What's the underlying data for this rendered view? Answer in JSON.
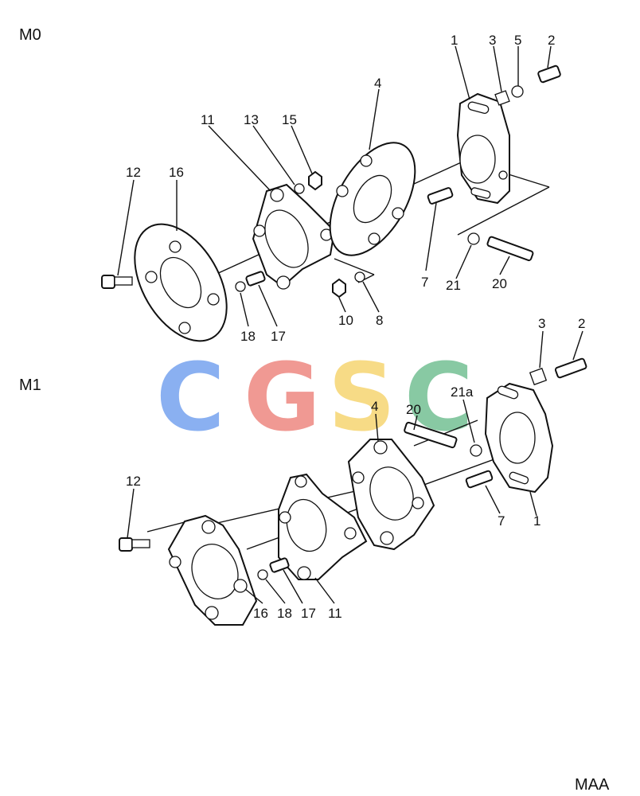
{
  "sections": [
    {
      "id": "m0",
      "label": "M0",
      "callouts": [
        "1",
        "3",
        "5",
        "2",
        "4",
        "11",
        "13",
        "15",
        "12",
        "16",
        "7",
        "21",
        "20",
        "10",
        "8",
        "18",
        "17"
      ]
    },
    {
      "id": "m1",
      "label": "M1",
      "callouts": [
        "3",
        "2",
        "21a",
        "20",
        "4",
        "12",
        "7",
        "1",
        "16",
        "18",
        "17",
        "11"
      ]
    }
  ],
  "watermark": {
    "letters": [
      "C",
      "G",
      "S",
      "C"
    ],
    "colors": [
      "#7ea8f0",
      "#ef8f88",
      "#f7d87a",
      "#7cc49a"
    ]
  },
  "footer_code": "MAA"
}
